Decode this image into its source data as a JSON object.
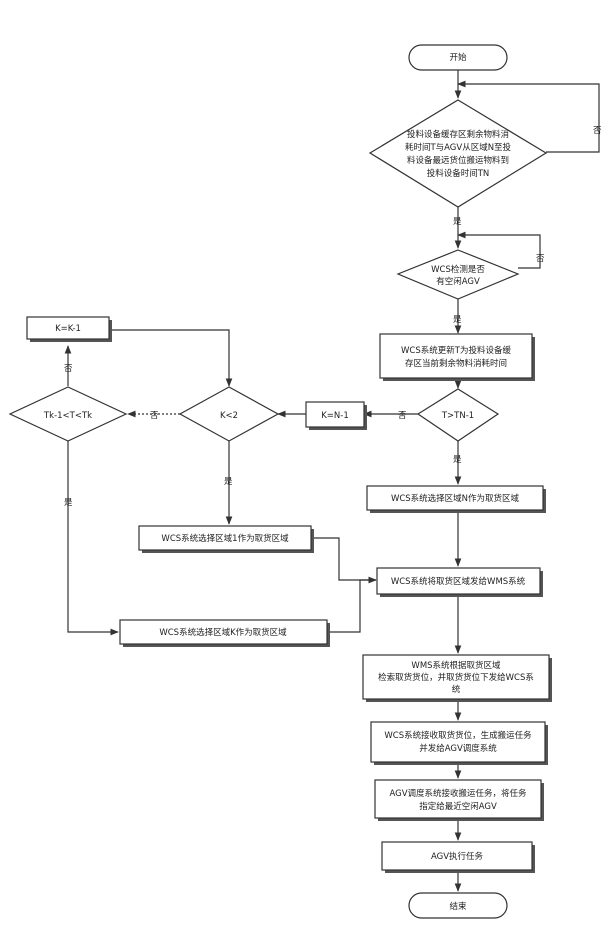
{
  "flowchart": {
    "start": "开始",
    "end": "结束",
    "nodes": {
      "d_inventory": [
        "投料设备缓存区剩余物料消",
        "耗时间T与AGV从区域N至投",
        "料设备最远货位搬运物料到",
        "投料设备时间TN"
      ],
      "d_idle_agv": [
        "WCS检测是否",
        "有空闲AGV"
      ],
      "p_update_time": [
        "WCS系统更新T为投料设备缓",
        "存区当前剩余物料消耗时间"
      ],
      "d_t_gt_tn1": [
        "T>TN-1"
      ],
      "p_k_n_minus_1": [
        "K=N-1"
      ],
      "d_k_lt_2": [
        "K<2"
      ],
      "d_tk_range": [
        "Tk-1<T<Tk"
      ],
      "p_k_k_minus_1": [
        "K=K-1"
      ],
      "p_select_n": [
        "WCS系统选择区域N作为取货区域"
      ],
      "p_select_1": [
        "WCS系统选择区域1作为取货区域"
      ],
      "p_select_k": [
        "WCS系统选择区域K作为取货区域"
      ],
      "p_send_wms": [
        "WCS系统将取货区域发给WMS系统"
      ],
      "p_wms_retrieve": [
        "WMS系统根据取货区域",
        "检索取货货位，并取货货位下发给WCS系",
        "统"
      ],
      "p_wcs_task": [
        "WCS系统接收取货货位，生成搬运任务",
        "并发给AGV调度系统"
      ],
      "p_agv_dispatch": [
        "AGV调度系统接收搬运任务，将任务",
        "指定给最近空闲AGV"
      ],
      "p_agv_exec": [
        "AGV执行任务"
      ]
    },
    "labels": {
      "no": "否",
      "yes": "是"
    }
  }
}
